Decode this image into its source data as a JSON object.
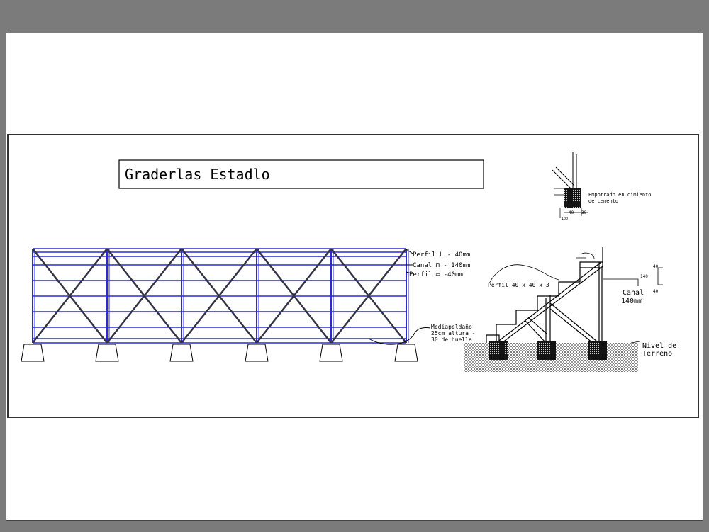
{
  "drawing": {
    "title": "Graderlas Estadlo",
    "truss_color": "#2a2ad0",
    "labels": {
      "perfil_l": "Perfil L - 40mm",
      "canal": "Canal ⊓ - 140mm",
      "perfil_box": "Perfil ▭ -40mm",
      "mediapeldano_1": "Mediapeldaño",
      "mediapeldano_2": "25cm altura -",
      "mediapeldano_3": "30 de huella",
      "perfil_40": "Perfil 40 x 40 x 3",
      "canal_1": "Canal",
      "canal_2": "140mm",
      "dim_top": "40",
      "dim_mid": "140",
      "dim_bot": "40",
      "nivel_1": "Nivel de",
      "nivel_2": "Terreno",
      "empotrado_1": "Empotrado en cimiento",
      "empotrado_2": "de cemento",
      "detail_dim_a": "40",
      "detail_dim_b": "30",
      "detail_dim_c": "100"
    }
  }
}
